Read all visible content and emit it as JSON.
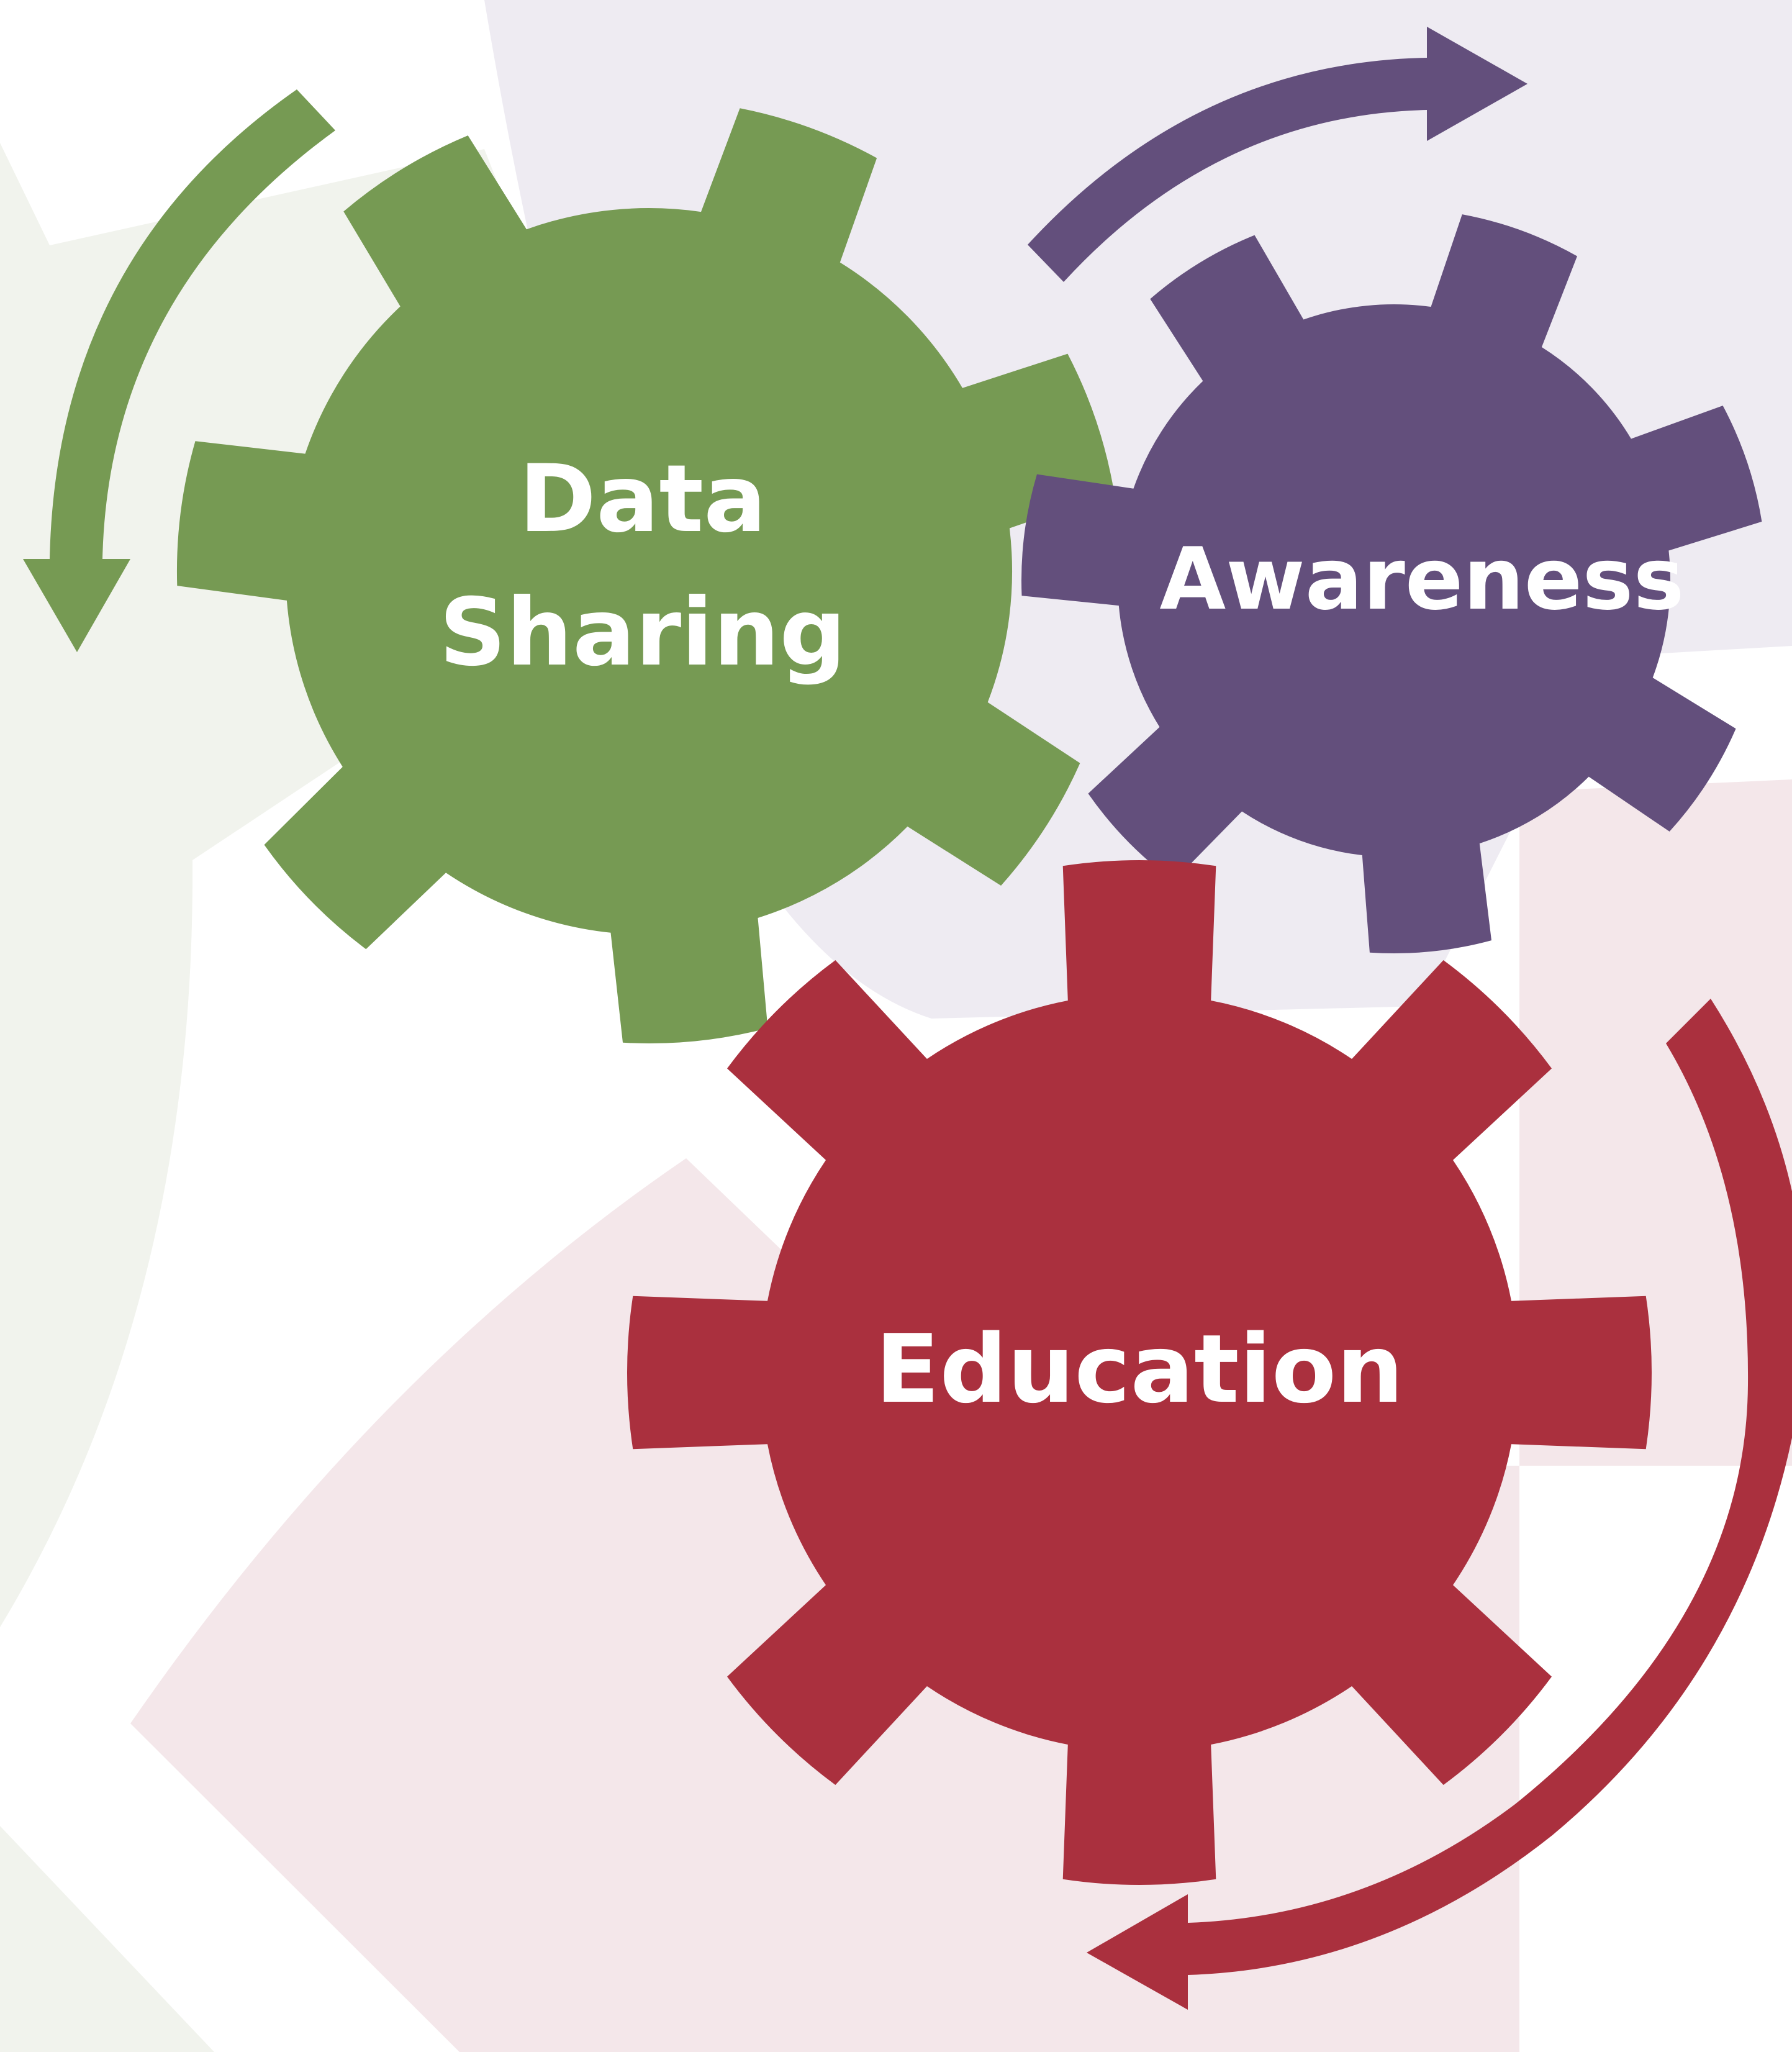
{
  "diagram": {
    "gears": [
      {
        "id": "data-sharing",
        "lines": [
          "Data",
          "Sharing"
        ],
        "color": "#769a53"
      },
      {
        "id": "awareness",
        "lines": [
          "Awareness"
        ],
        "color": "#634f7c"
      },
      {
        "id": "education",
        "lines": [
          "Education"
        ],
        "color": "#aa303e"
      }
    ],
    "arrows": [
      {
        "id": "green-arrow",
        "color": "#769a53"
      },
      {
        "id": "purple-arrow",
        "color": "#634f7c"
      },
      {
        "id": "red-arrow",
        "color": "#aa303e"
      }
    ],
    "background_colors": {
      "green_tint": "#f1f3ed",
      "purple_tint": "#eeebf2",
      "red_tint": "#f4e7ea"
    }
  }
}
